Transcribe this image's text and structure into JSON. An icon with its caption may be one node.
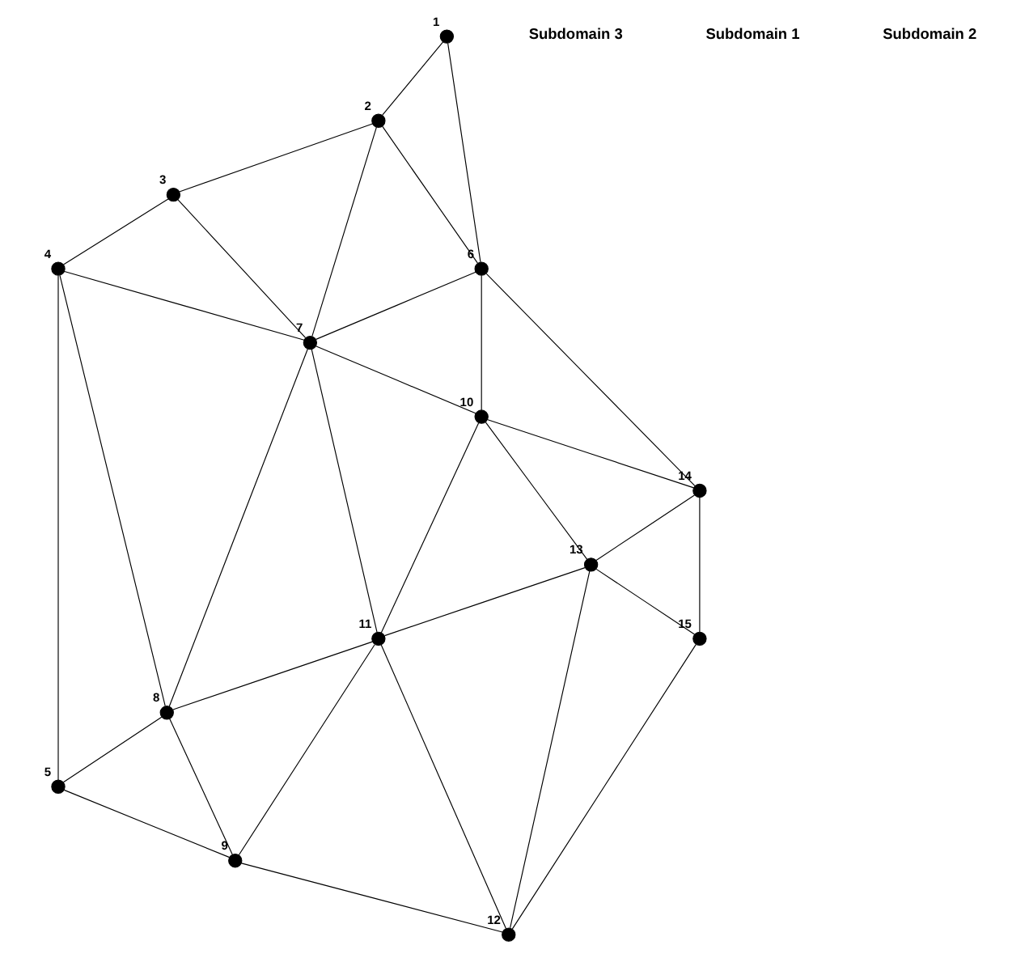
{
  "diagram": {
    "nodes": [
      {
        "text": [],
        "shape": "circle",
        "beside": [
          "1"
        ]
      },
      {
        "text": [],
        "shape": "circle",
        "beside": [
          "2"
        ]
      },
      {
        "text": [],
        "shape": "circle",
        "beside": [
          "3"
        ]
      },
      {
        "text": [],
        "shape": "circle",
        "beside": [
          "4"
        ]
      },
      {
        "text": [],
        "shape": "circle",
        "beside": [
          "5"
        ]
      },
      {
        "text": [],
        "shape": "circle",
        "beside": [
          "6"
        ]
      },
      {
        "text": [],
        "shape": "circle",
        "beside": [
          "7"
        ]
      },
      {
        "text": [],
        "shape": "circle",
        "beside": [
          "8"
        ]
      },
      {
        "text": [],
        "shape": "circle",
        "beside": [
          "9"
        ]
      },
      {
        "text": [],
        "shape": "circle",
        "beside": [
          "10"
        ]
      },
      {
        "text": [],
        "shape": "circle",
        "beside": [
          "11"
        ]
      },
      {
        "text": [],
        "shape": "circle",
        "beside": [
          "12"
        ]
      },
      {
        "text": [],
        "shape": "circle",
        "beside": [
          "13"
        ]
      },
      {
        "text": [],
        "shape": "circle",
        "beside": [
          "14"
        ]
      },
      {
        "text": [],
        "shape": "circle",
        "beside": [
          "15"
        ]
      }
    ],
    "edges": [
      {
        "from": 0,
        "to": 5,
        "arrow": "none"
      },
      {
        "from": 0,
        "to": 1,
        "arrow": "none"
      },
      {
        "from": 1,
        "to": 5,
        "arrow": "none"
      },
      {
        "from": 1,
        "to": 6,
        "arrow": "none"
      },
      {
        "from": 1,
        "to": 2,
        "arrow": "none"
      },
      {
        "from": 5,
        "to": 6,
        "arrow": "none"
      },
      {
        "from": 5,
        "to": 9,
        "arrow": "none"
      },
      {
        "from": 5,
        "to": 13,
        "arrow": "none"
      },
      {
        "from": 6,
        "to": 9,
        "arrow": "none"
      },
      {
        "from": 2,
        "to": 6,
        "arrow": "none"
      },
      {
        "from": 2,
        "to": 3,
        "arrow": "none"
      },
      {
        "from": 3,
        "to": 6,
        "arrow": "none"
      },
      {
        "from": 3,
        "to": 7,
        "arrow": "none"
      },
      {
        "from": 3,
        "to": 4,
        "arrow": "none"
      },
      {
        "from": 6,
        "to": 7,
        "arrow": "none"
      },
      {
        "from": 6,
        "to": 10,
        "arrow": "none"
      },
      {
        "from": 9,
        "to": 10,
        "arrow": "none"
      },
      {
        "from": 9,
        "to": 13,
        "arrow": "none"
      },
      {
        "from": 9,
        "to": 12,
        "arrow": "none"
      },
      {
        "from": 13,
        "to": 12,
        "arrow": "none"
      },
      {
        "from": 13,
        "to": 14,
        "arrow": "none"
      },
      {
        "from": 12,
        "to": 10,
        "arrow": "none"
      },
      {
        "from": 12,
        "to": 11,
        "arrow": "none"
      },
      {
        "from": 12,
        "to": 14,
        "arrow": "none"
      },
      {
        "from": 14,
        "to": 11,
        "arrow": "none"
      },
      {
        "from": 10,
        "to": 11,
        "arrow": "none"
      },
      {
        "from": 10,
        "to": 7,
        "arrow": "none"
      },
      {
        "from": 10,
        "to": 8,
        "arrow": "none"
      },
      {
        "from": 7,
        "to": 8,
        "arrow": "none"
      },
      {
        "from": 7,
        "to": 4,
        "arrow": "none"
      },
      {
        "from": 4,
        "to": 8,
        "arrow": "none"
      },
      {
        "from": 8,
        "to": 11,
        "arrow": "none"
      }
    ],
    "labels": [
      "Subdomain 3",
      "Subdomain 1",
      "Subdomain 2"
    ]
  }
}
